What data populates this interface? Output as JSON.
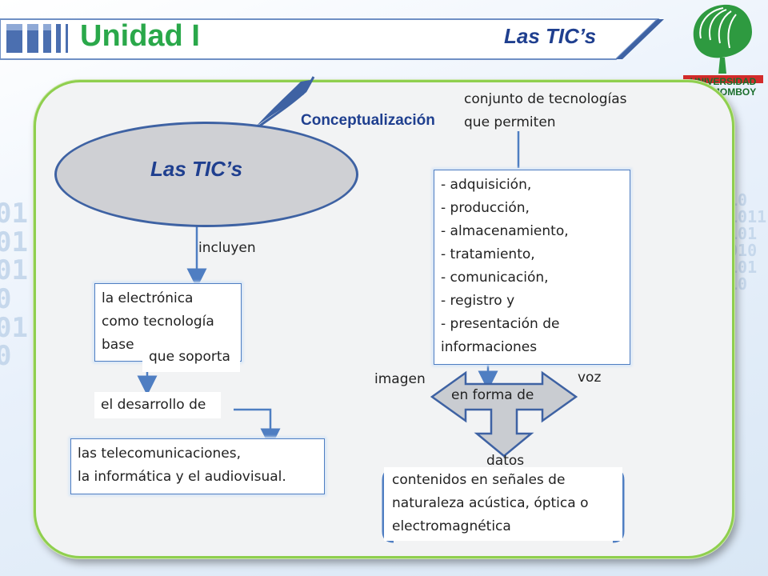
{
  "header": {
    "title": "Unidad I",
    "subtitle": "Las TIC’s",
    "logo_text": [
      "UNIVERSIDAD",
      "DEL MOMBOY"
    ],
    "logo_icon": "tree-icon"
  },
  "diagram": {
    "main_label": "Las TIC’s",
    "concept_label": "Conceptualización",
    "definition_line1": "conjunto de tecnologías",
    "definition_line2": "que permiten",
    "includes_label": "incluyen",
    "electronics_box": [
      "la electrónica",
      "como tecnología",
      "base"
    ],
    "supports_label": "que soporta",
    "development_label": "el desarrollo de",
    "telecom_box": [
      "las telecomunicaciones,",
      "la informática y el audiovisual."
    ],
    "functions_box": [
      "- adquisición,",
      "- producción,",
      "- almacenamiento,",
      "- tratamiento,",
      "- comunicación,",
      "- registro y",
      "- presentación de",
      "informaciones"
    ],
    "form_label": "en forma de",
    "image_label": "imagen",
    "voice_label": "voz",
    "data_label": "datos",
    "content_box": [
      "contenidos en señales de",
      "naturaleza acústica, óptica o",
      "electromagnética"
    ]
  },
  "colors": {
    "title_green": "#2aa84a",
    "navy": "#1f3f8f",
    "panel_border": "#8fcf4e",
    "connector_blue": "#4f7ec2",
    "arrow_fill": "#c9ccd1"
  }
}
